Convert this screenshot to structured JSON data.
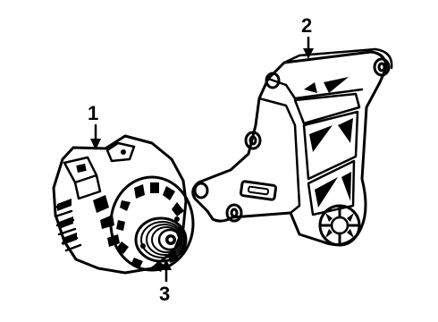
{
  "diagram": {
    "callouts": [
      {
        "id": "1",
        "label": "1",
        "part": "alternator"
      },
      {
        "id": "2",
        "label": "2",
        "part": "mounting-bracket"
      },
      {
        "id": "3",
        "label": "3",
        "part": "pulley"
      }
    ]
  }
}
